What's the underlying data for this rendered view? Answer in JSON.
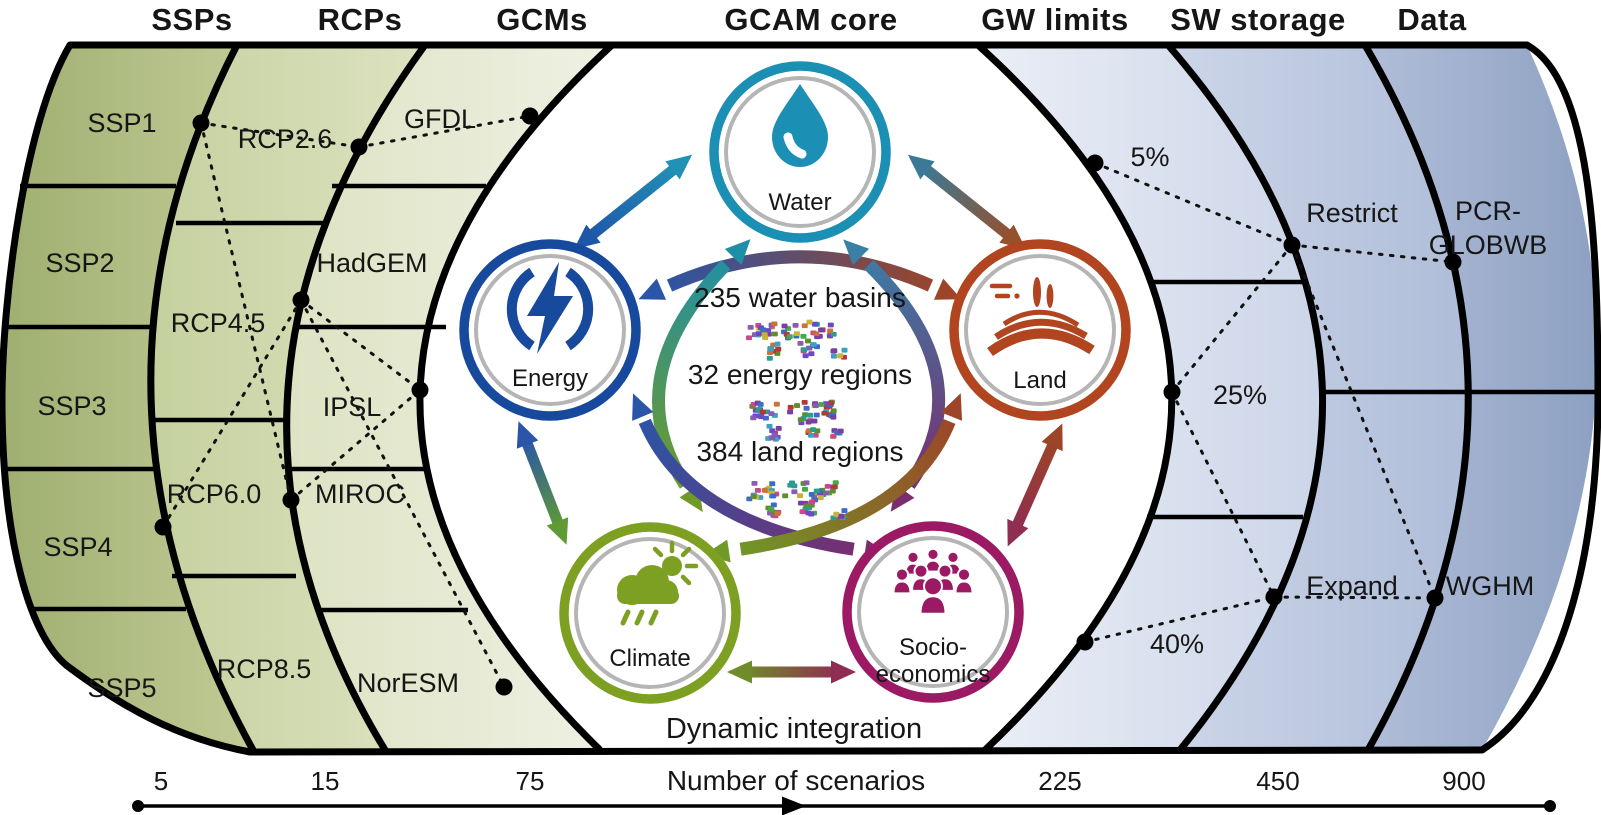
{
  "top": [
    "SSPs",
    "RCPs",
    "GCMs",
    "GCAM core",
    "GW limits",
    "SW storage",
    "Data"
  ],
  "bands": {
    "ssps": [
      "SSP1",
      "SSP2",
      "SSP3",
      "SSP4",
      "SSP5"
    ],
    "rcps": [
      "RCP2.6",
      "RCP4.5",
      "RCP6.0",
      "RCP8.5"
    ],
    "gcms": [
      "GFDL",
      "HadGEM",
      "IPSL",
      "MIROC",
      "NorESM"
    ],
    "gw_limits": [
      "5%",
      "25%",
      "40%"
    ],
    "sw_storage": [
      "Restrict",
      "Expand"
    ],
    "data_sources": {
      "pcr_line1": "PCR-",
      "pcr_line2": "GLOBWB",
      "wghm": "WGHM"
    }
  },
  "core": {
    "sectors": [
      {
        "label": "Water",
        "color": "#1b8fb4",
        "icon": "droplet-icon"
      },
      {
        "label": "Energy",
        "color": "#17499c",
        "icon": "lightning-icon"
      },
      {
        "label": "Land",
        "color": "#b0451f",
        "icon": "farm-field-icon"
      },
      {
        "label": "Climate",
        "color": "#7da022",
        "icon": "cloud-sun-rain-icon"
      },
      {
        "label": "Socio-economics",
        "line1": "Socio-",
        "line2": "economics",
        "color": "#9c1a63",
        "icon": "people-icon"
      }
    ],
    "center_lines": [
      "235 water basins",
      "32 energy regions",
      "384 land regions"
    ],
    "integration_label": "Dynamic integration"
  },
  "axis": {
    "label": "Number of scenarios",
    "ticks": [
      "5",
      "15",
      "75",
      "225",
      "450",
      "900"
    ]
  }
}
